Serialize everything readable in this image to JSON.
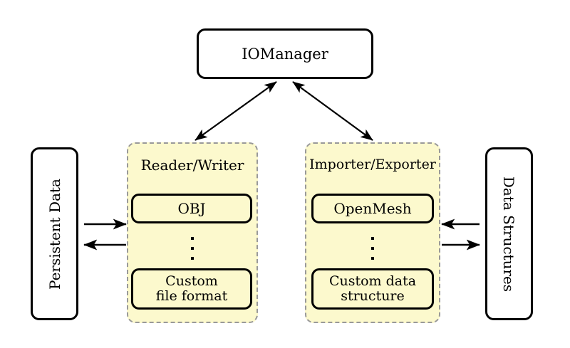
{
  "diagram": {
    "title_node": {
      "label": "IOManager"
    },
    "left_store": {
      "label": "Persistent Data"
    },
    "right_store": {
      "label": "Data Structures"
    },
    "panels": [
      {
        "id": "reader-writer",
        "title": "Reader/Writer",
        "items": [
          {
            "label": "OBJ"
          },
          {
            "label": "⋮"
          },
          {
            "line1": "Custom",
            "line2": "file format"
          }
        ]
      },
      {
        "id": "importer-exporter",
        "title": "Importer/Exporter",
        "items": [
          {
            "label": "OpenMesh"
          },
          {
            "label": "⋮"
          },
          {
            "line1": "Custom data",
            "line2": "structure"
          }
        ]
      }
    ],
    "connections": [
      {
        "name": "iomanager-to-reader-writer",
        "type": "double-headed-diagonal"
      },
      {
        "name": "iomanager-to-importer-exporter",
        "type": "double-headed-diagonal"
      },
      {
        "name": "persistent-data-to-reader-writer",
        "type": "single-arrow-right"
      },
      {
        "name": "reader-writer-to-persistent-data",
        "type": "single-arrow-left"
      },
      {
        "name": "data-structures-to-importer-exporter",
        "type": "single-arrow-left"
      },
      {
        "name": "importer-exporter-to-data-structures",
        "type": "single-arrow-right"
      }
    ]
  },
  "colors": {
    "panel_fill": "#fcf9cd",
    "panel_border": "#999999",
    "node_border": "#000000",
    "background": "#ffffff"
  }
}
